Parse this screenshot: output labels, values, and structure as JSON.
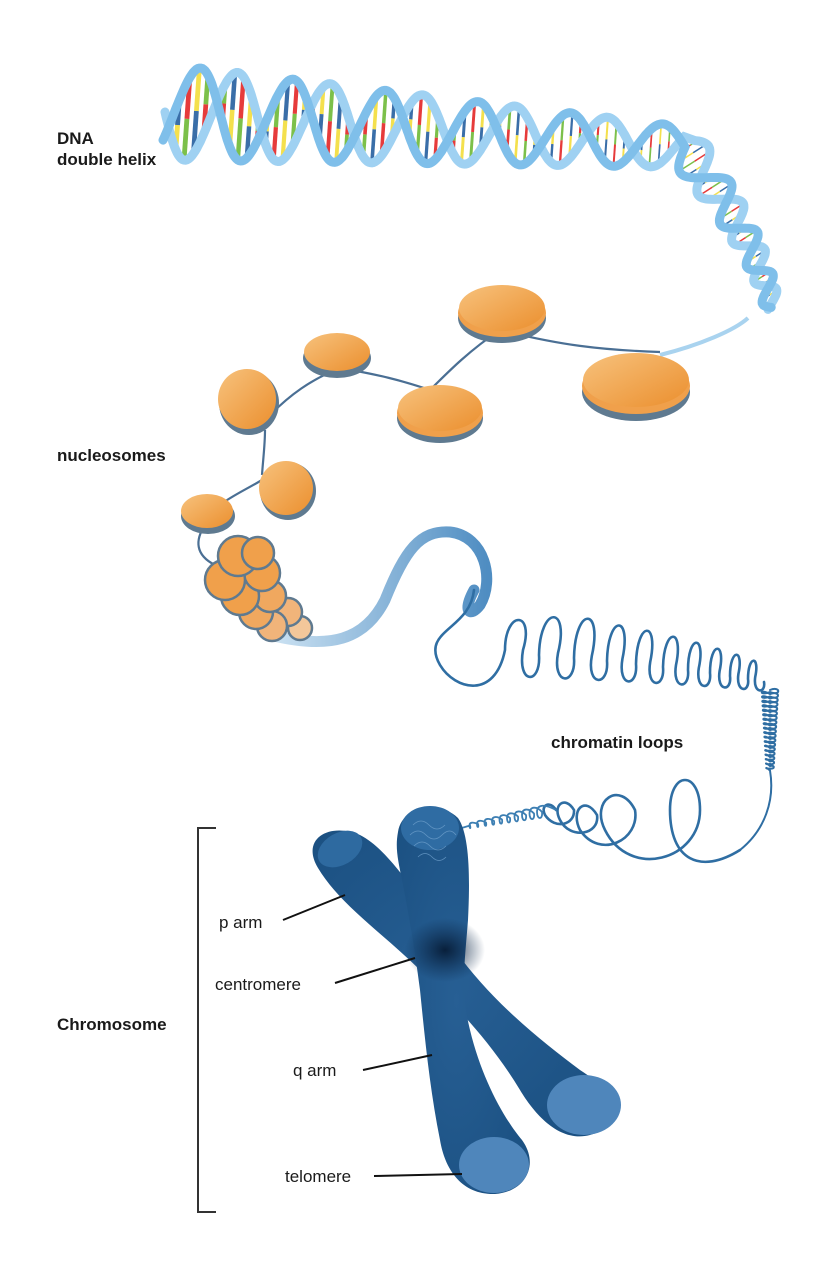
{
  "labels": {
    "dna_line1": "DNA",
    "dna_line2": "double helix",
    "nucleosomes": "nucleosomes",
    "chromatin_loops": "chromatin loops",
    "chromosome": "Chromosome",
    "p_arm": "p arm",
    "centromere": "centromere",
    "q_arm": "q arm",
    "telomere": "telomere"
  },
  "colors": {
    "helix_backbone": "#9fd1f2",
    "base_pairs": [
      "#e63b3b",
      "#f4e04d",
      "#7cc04a",
      "#3a6ea8"
    ],
    "nucleosome": "#f0a04b",
    "nucleosome_edge": "#5f7a90",
    "linker": "#4a6f94",
    "chromatin": "#2f6ea3",
    "chromosome": "#1f5a8e",
    "chromosome_dark": "#0e2f55",
    "label_text": "#1a1a1a"
  }
}
